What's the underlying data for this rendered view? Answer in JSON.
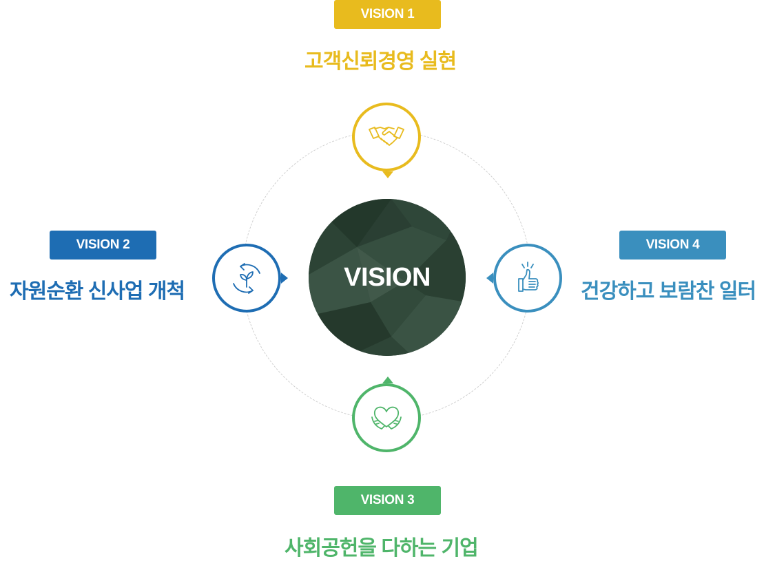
{
  "center": {
    "label": "VISION"
  },
  "visions": [
    {
      "badge": "VISION 1",
      "title": "고객신뢰경영 실현",
      "icon": "handshake-icon",
      "color": "#e8bb1e"
    },
    {
      "badge": "VISION 2",
      "title": "자원순환 신사업 개척",
      "icon": "recycle-sprout-icon",
      "color": "#1e6db3"
    },
    {
      "badge": "VISION 3",
      "title": "사회공헌을 다하는 기업",
      "icon": "heart-hands-icon",
      "color": "#4fb56a"
    },
    {
      "badge": "VISION 4",
      "title": "건강하고 보람찬 일터",
      "icon": "thumbs-up-icon",
      "color": "#3a8fbe"
    }
  ]
}
